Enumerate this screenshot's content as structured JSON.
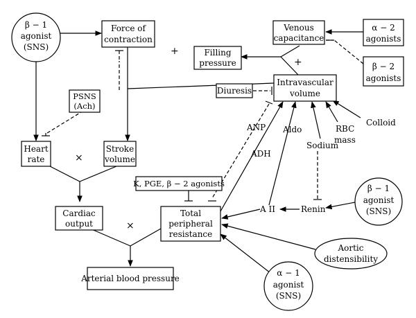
{
  "nodes": {
    "beta1_sns_left": [
      "β − 1",
      "agonist",
      "(SNS)"
    ],
    "force_of_contraction": [
      "Force of",
      "contraction"
    ],
    "filling_pressure": [
      "Filling",
      "pressure"
    ],
    "venous_capacitance": [
      "Venous",
      "capacitance"
    ],
    "alpha2_agonists": [
      "α − 2",
      "agonists"
    ],
    "beta2_agonists": [
      "β − 2",
      "agonists"
    ],
    "psns_ach": [
      "PSNS",
      "(Ach)"
    ],
    "diuresis": [
      "Diuresis"
    ],
    "intravascular_volume": [
      "Intravascular",
      "volume"
    ],
    "heart_rate": [
      "Heart",
      "rate"
    ],
    "stroke_volume": [
      "Stroke",
      "volume"
    ],
    "k_pge_beta2": [
      "K, PGE, β − 2 agonists"
    ],
    "cardiac_output": [
      "Cardiac",
      "output"
    ],
    "total_peripheral_resistance": [
      "Total",
      "peripheral",
      "resistance"
    ],
    "beta1_sns_right": [
      "β − 1",
      "agonist",
      "(SNS)"
    ],
    "aortic_distensibility": [
      "Aortic",
      "distensibility"
    ],
    "arterial_blood_pressure": [
      "Arterial blood pressure"
    ],
    "alpha1_sns": [
      "α − 1",
      "agonist",
      "(SNS)"
    ]
  },
  "labels": {
    "anp": "ANP",
    "adh": "ADH",
    "aldo": "Aldo",
    "sodium": "Sodium",
    "rbc_mass": [
      "RBC",
      "mass"
    ],
    "colloid": "Colloid",
    "a2": "A II",
    "renin": "Renin",
    "plus_top": "+",
    "plus_right": "+",
    "times_left": "×",
    "times_bottom": "×"
  }
}
